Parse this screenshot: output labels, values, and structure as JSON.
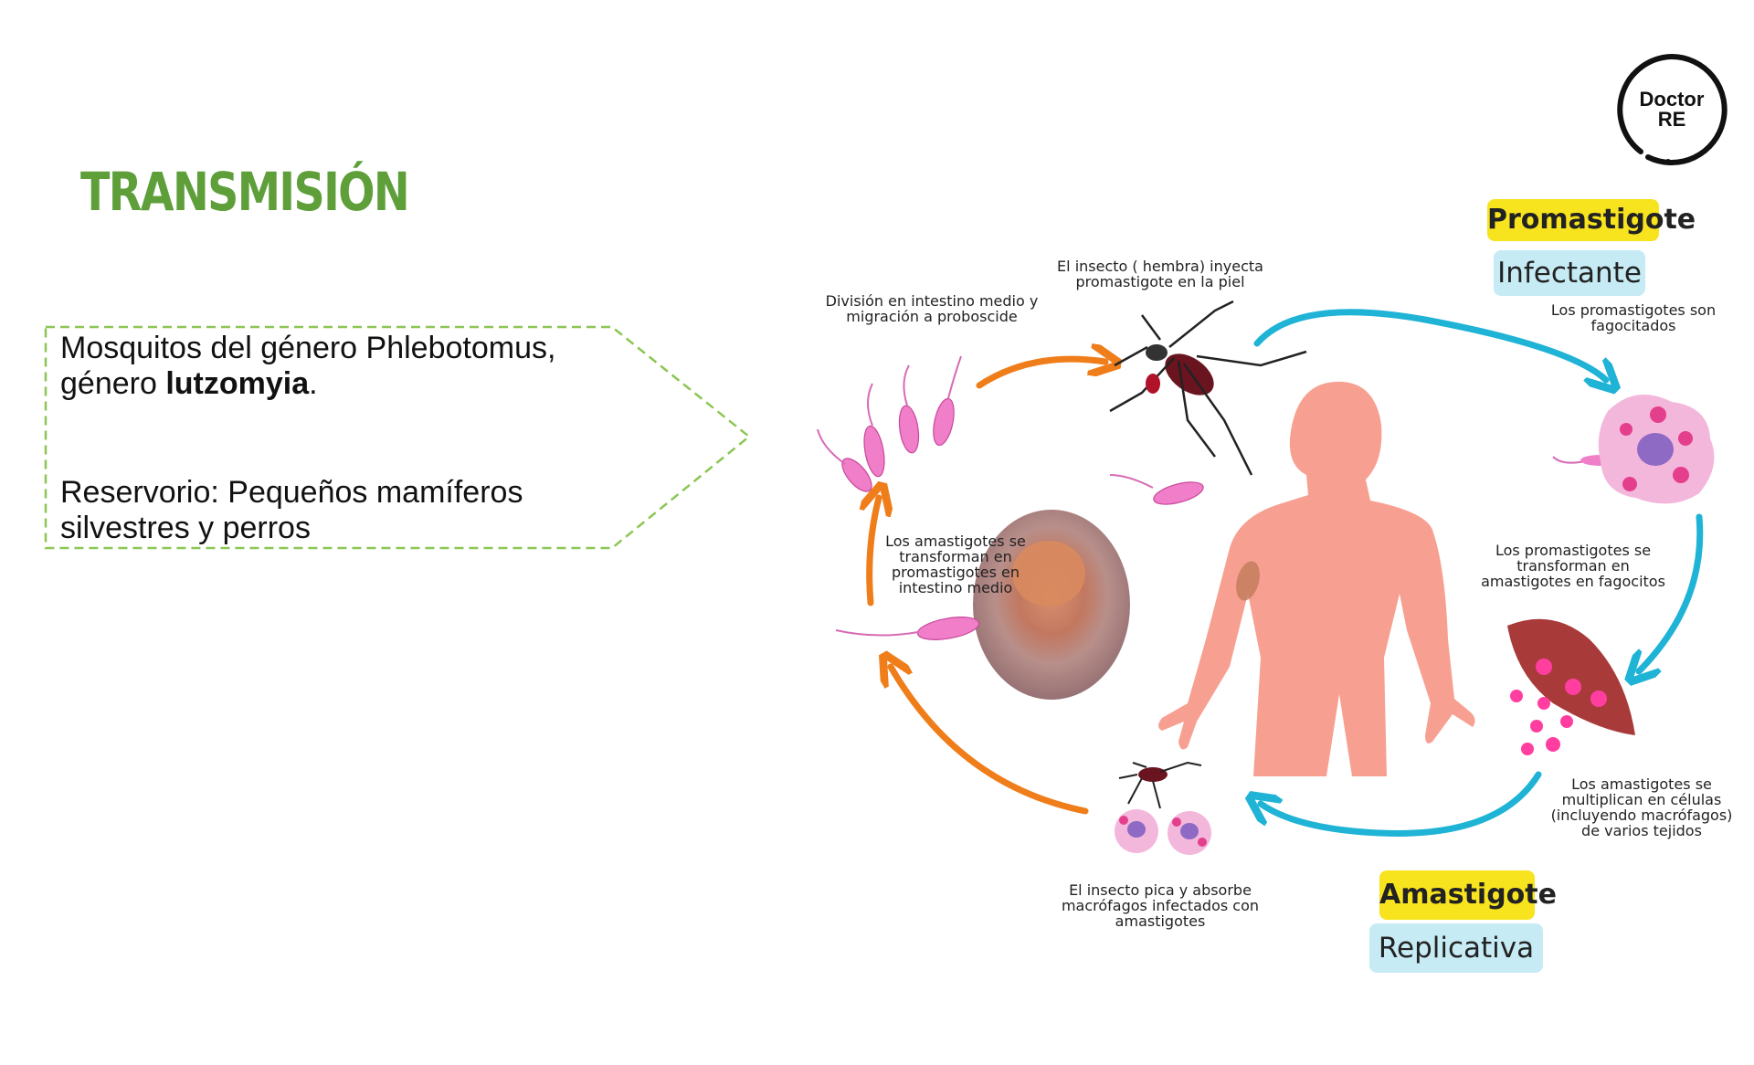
{
  "slide": {
    "title": "TRANSMISIÓN",
    "logo": {
      "line1": "Doctor",
      "line2": "RE"
    },
    "callout": {
      "line1": "Mosquitos del género Phlebotomus,",
      "line2_prefix": "género ",
      "line2_bold": "lutzomyia",
      "line2_suffix": ".",
      "line3": "Reservorio: Pequeños mamíferos",
      "line4": "silvestres y perros"
    }
  },
  "diagram": {
    "captions": {
      "division_l1": "División en intestino medio y",
      "division_l2": "migración a proboscide",
      "inject_l1": "El insecto ( hembra) inyecta",
      "inject_l2": "promastigote en la piel",
      "phago_l1": "Los promastigotes son",
      "phago_l2": "fagocitados",
      "transform_l1": "Los promastigotes se",
      "transform_l2": "transforman en",
      "transform_l3": "amastigotes en  fagocitos",
      "multiply_l1": "Los  amastigotes se",
      "multiply_l2": "multiplican en células",
      "multiply_l3": "(incluyendo macrófagos)",
      "multiply_l4": "de varios tejidos",
      "bite_l1": "El insecto pica y absorbe",
      "bite_l2": "macrófagos infectados con",
      "bite_l3": "amastigotes",
      "midgut_l1": "Los amastigotes se",
      "midgut_l2": "transforman en",
      "midgut_l3": "promastigotes en",
      "midgut_l4": "intestino medio"
    },
    "tags": {
      "promastigote": "Promastigote",
      "infectante": "Infectante",
      "amastigote": "Amastigote",
      "replicativa": "Replicativa"
    },
    "colors": {
      "title_green": "#5e9f3a",
      "callout_border": "#8cc653",
      "arrow_orange": "#ef7d1a",
      "arrow_blue": "#1fb3d6",
      "body_pink": "#f7a092",
      "parasite_pink": "#f07ec8",
      "tag_yellow": "#f7e31e",
      "tag_blue": "#c6ebf5"
    }
  }
}
